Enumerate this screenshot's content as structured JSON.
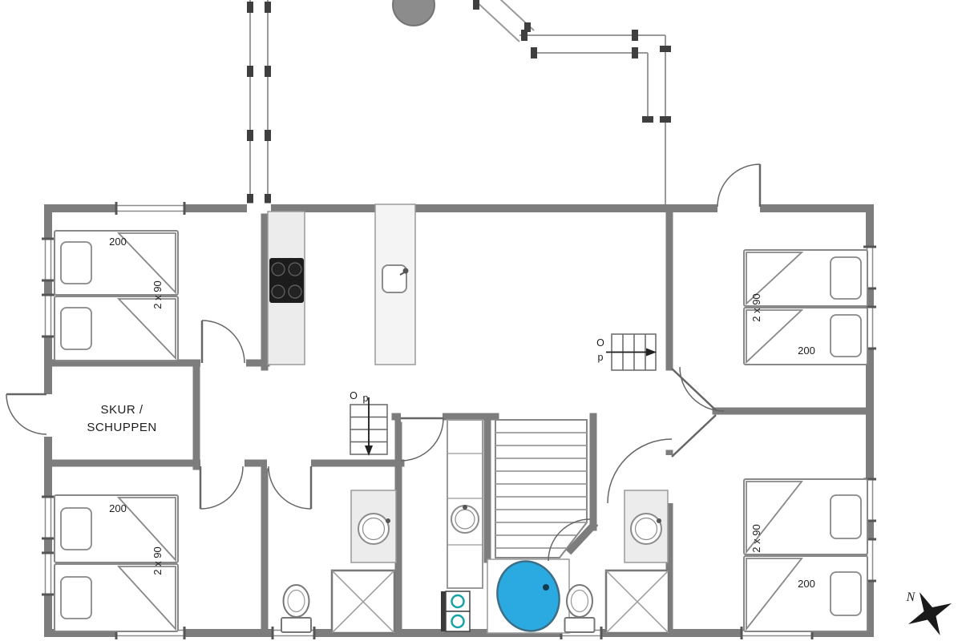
{
  "labels": {
    "shed_line1": "SKUR /",
    "shed_line2": "SCHUPPEN",
    "bed_length": "200",
    "bed_width": "2 x 90",
    "loft_o": "O",
    "loft_p": "p",
    "north": "N"
  },
  "colors": {
    "wall": "#7d7d7d",
    "tub": "#2ba9e1",
    "appliance": "#17a2a8",
    "tree": "#8c8c8c",
    "counter": "#ececec",
    "stove": "#1c1c1c"
  },
  "icons": {
    "compass": "north-arrow-icon",
    "tub": "whirlpool-tub-icon",
    "toilet": "toilet-icon",
    "shower": "shower-icon",
    "sink": "washbasin-icon",
    "stove": "cooktop-icon",
    "bed": "single-bed-icon",
    "ladder": "loft-ladder-icon",
    "stairs": "stairs-icon",
    "tree": "tree-icon",
    "washer": "washer-dryer-icon"
  }
}
